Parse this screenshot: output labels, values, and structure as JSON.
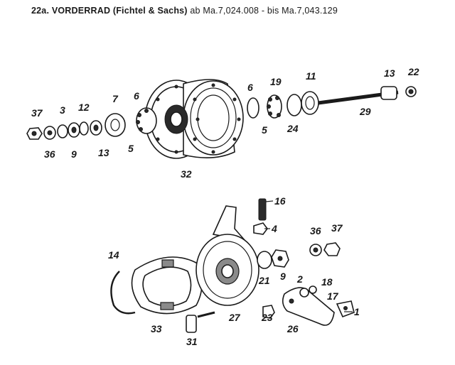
{
  "title": {
    "code": "22a.",
    "heading": "VORDERRAD (Fichtel & Sachs)",
    "range": "ab Ma.7,024.008  -  bis Ma.7,043.129"
  },
  "labels": {
    "top": [
      "37",
      "3",
      "12",
      "7",
      "6",
      "5",
      "36",
      "9",
      "13",
      "32",
      "6",
      "19",
      "11",
      "5",
      "24",
      "13",
      "22",
      "29"
    ],
    "bottom": [
      "16",
      "4",
      "36",
      "37",
      "14",
      "9",
      "2",
      "18",
      "21",
      "17",
      "1",
      "33",
      "27",
      "23",
      "26",
      "31"
    ]
  },
  "colors": {
    "ink": "#1a1a1a",
    "paper": "#ffffff",
    "shade": "#8a8a8a"
  }
}
